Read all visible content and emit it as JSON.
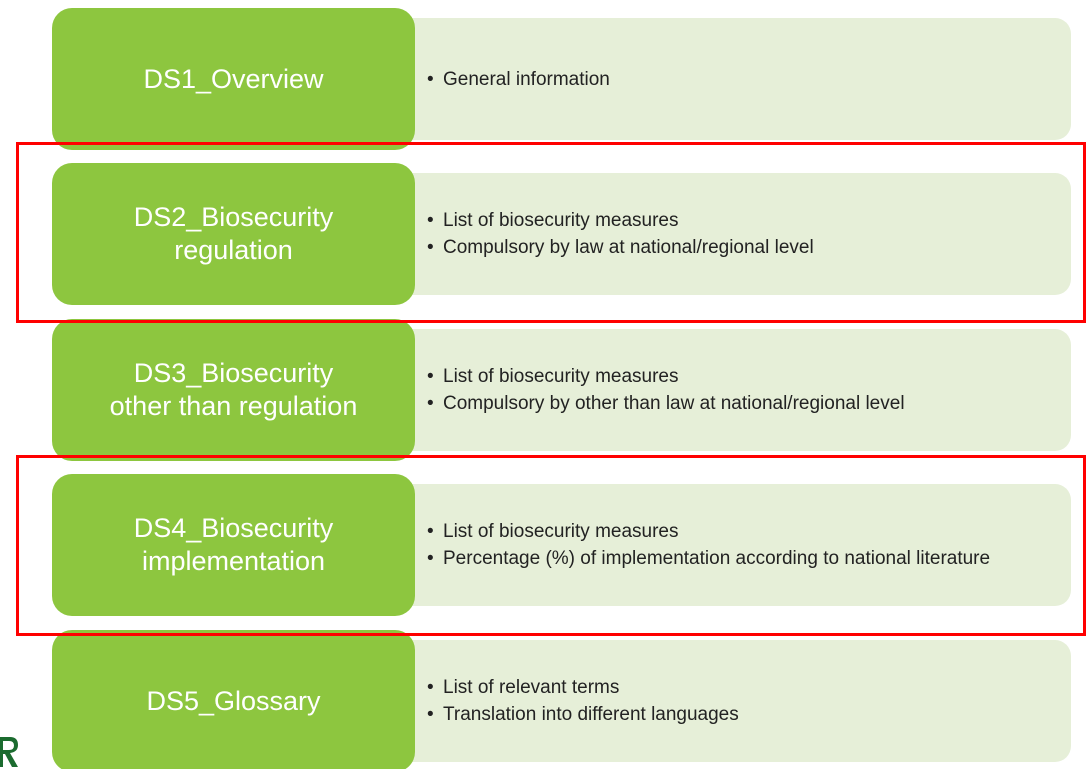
{
  "rows": [
    {
      "label": "DS1_Overview",
      "bullets": [
        "General information"
      ]
    },
    {
      "label": "DS2_Biosecurity\nregulation",
      "bullets": [
        "List of biosecurity measures",
        "Compulsory by law at national/regional level"
      ]
    },
    {
      "label": "DS3_Biosecurity\nother than regulation",
      "bullets": [
        "List of biosecurity measures",
        "Compulsory by other than law at national/regional level"
      ]
    },
    {
      "label": "DS4_Biosecurity\nimplementation",
      "bullets": [
        "List of biosecurity measures",
        "Percentage (%) of implementation according to national literature"
      ]
    },
    {
      "label": "DS5_Glossary",
      "bullets": [
        "List of relevant terms",
        "Translation into different languages"
      ]
    }
  ],
  "colors": {
    "label_fill": "#8dc63f",
    "description_fill": "#e6efd8",
    "highlight_border": "#ff0000",
    "logo_fragment": "#1b6b2f"
  },
  "highlighted_rows": [
    2,
    4
  ]
}
